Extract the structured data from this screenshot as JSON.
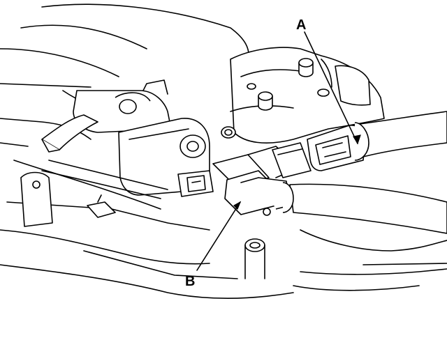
{
  "diagram": {
    "callouts": [
      {
        "id": "a",
        "label": "A"
      },
      {
        "id": "b",
        "label": "B"
      }
    ]
  }
}
